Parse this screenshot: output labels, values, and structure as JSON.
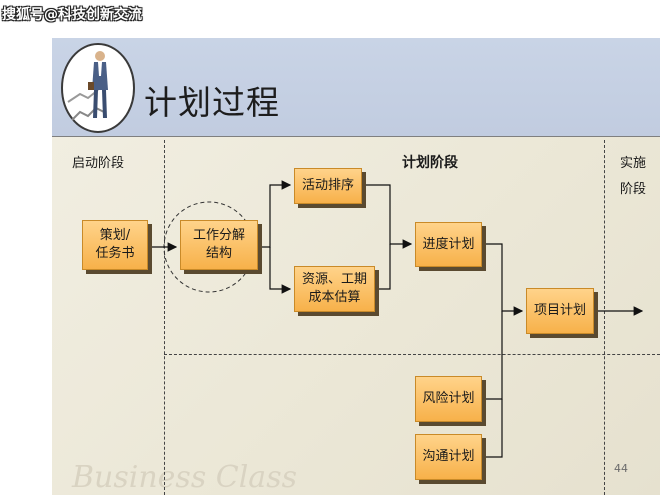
{
  "watermark": "搜狐号@科技创新交流",
  "slide": {
    "title": "计划过程",
    "page_number": "44",
    "background_script": "Business Class"
  },
  "phases": {
    "initiation": "启动阶段",
    "planning": "计划阶段",
    "execution_line1": "实施",
    "execution_line2": "阶段"
  },
  "nodes": {
    "charter": "策划/\n任务书",
    "wbs": "工作分解\n结构",
    "activity_sequencing": "活动排序",
    "resource_cost": "资源、工期\n成本估算",
    "schedule": "进度计划",
    "project_plan": "项目计划",
    "risk_plan": "风险计划",
    "communication_plan": "沟通计划"
  },
  "colors": {
    "box_top": "#ffd38a",
    "box_bottom": "#f7b14a",
    "title_band": "#c9d4e6",
    "background": "#f2efe3"
  }
}
